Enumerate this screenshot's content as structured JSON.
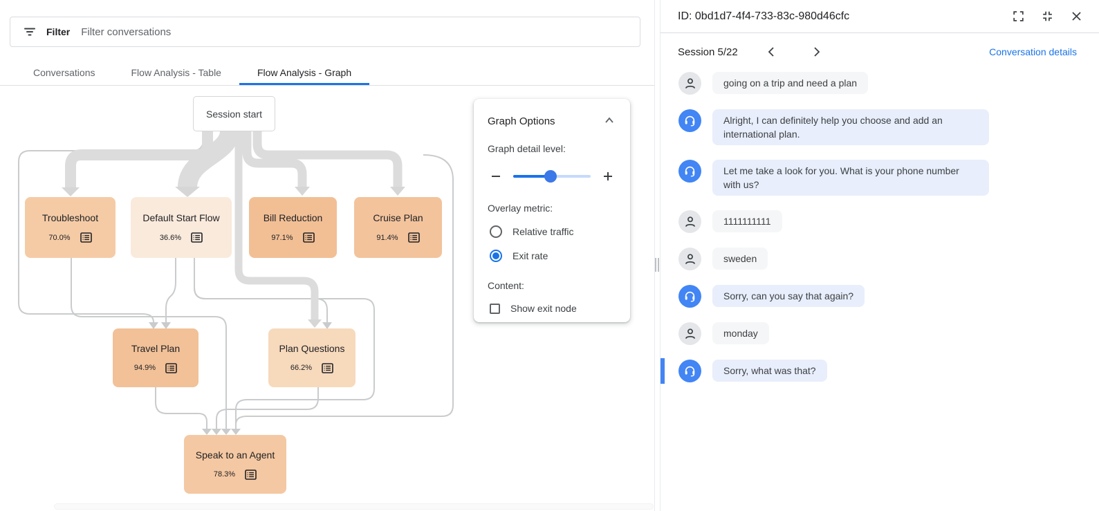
{
  "filter_bar": {
    "label": "Filter",
    "placeholder": "Filter conversations"
  },
  "tabs": [
    {
      "label": "Conversations",
      "active": false
    },
    {
      "label": "Flow Analysis - Table",
      "active": false
    },
    {
      "label": "Flow Analysis - Graph",
      "active": true
    }
  ],
  "graph": {
    "start_node": {
      "label": "Session start"
    },
    "nodes": [
      {
        "label": "Troubleshoot",
        "exit_rate": "70.0%",
        "fill": "#f5cba6"
      },
      {
        "label": "Default Start Flow",
        "exit_rate": "36.6%",
        "fill": "#faeadc"
      },
      {
        "label": "Bill Reduction",
        "exit_rate": "97.1%",
        "fill": "#f2bf95"
      },
      {
        "label": "Cruise Plan",
        "exit_rate": "91.4%",
        "fill": "#f3c39c"
      },
      {
        "label": "Travel Plan",
        "exit_rate": "94.9%",
        "fill": "#f2c198"
      },
      {
        "label": "Plan Questions",
        "exit_rate": "66.2%",
        "fill": "#f7d9bc"
      },
      {
        "label": "Speak to an Agent",
        "exit_rate": "78.3%",
        "fill": "#f4c8a2"
      }
    ]
  },
  "graph_options": {
    "title": "Graph Options",
    "detail_label": "Graph detail level:",
    "detail_level_percent": 48,
    "overlay_label": "Overlay metric:",
    "radios": [
      {
        "label": "Relative traffic",
        "selected": false
      },
      {
        "label": "Exit rate",
        "selected": true
      }
    ],
    "content_label": "Content:",
    "checkbox": {
      "label": "Show exit node",
      "checked": false
    }
  },
  "detail_panel": {
    "id_title": "ID: 0bd1d7-4f4-733-83c-980d46cfc",
    "session_label": "Session 5/22",
    "details_link": "Conversation details",
    "messages": [
      {
        "role": "user",
        "text": "going on a trip and need a plan",
        "selected": false
      },
      {
        "role": "bot",
        "text": "Alright, I can definitely help you choose and add an international plan.",
        "selected": false
      },
      {
        "role": "bot",
        "text": "Let me take a look for you. What is your phone number with us?",
        "selected": false
      },
      {
        "role": "user",
        "text": "1111111111",
        "selected": false
      },
      {
        "role": "user",
        "text": "sweden",
        "selected": false
      },
      {
        "role": "bot",
        "text": "Sorry, can you say that again?",
        "selected": false
      },
      {
        "role": "user",
        "text": "monday",
        "selected": false
      },
      {
        "role": "bot",
        "text": "Sorry, what was that?",
        "selected": true
      }
    ]
  },
  "colors": {
    "accent_blue": "#1a73e8",
    "bot_avatar": "#4285f4",
    "bot_bubble": "#e8eefb",
    "user_bubble": "#f5f6f7",
    "selected_indicator": "#4285f4",
    "edge_thick": "#dcdcdc",
    "edge_thin": "#c9cbcd",
    "tab_underline": "#1a73e8"
  }
}
